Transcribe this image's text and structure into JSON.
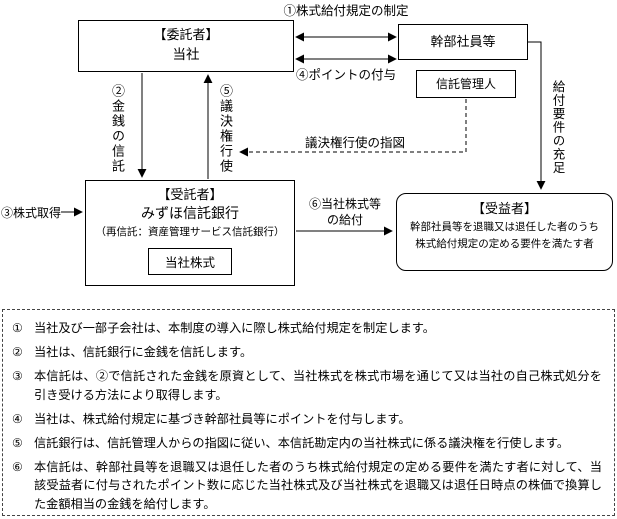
{
  "diagram": {
    "consignor_title": "【委託者】",
    "consignor_name": "当社",
    "executives": "幹部社員等",
    "trust_admin": "信託管理人",
    "trustee_title": "【受託者】",
    "trustee_name": "みずほ信託銀行",
    "trustee_sub": "（再信託：資産管理サービス信託銀行）",
    "trustee_stock": "当社株式",
    "beneficiary_title": "【受益者】",
    "beneficiary_line1": "幹部社員等を退職又は退任した者のうち",
    "beneficiary_line2": "株式給付規定の定める要件を満たす者",
    "labels": {
      "rule_establishment": "①株式給付規定の制定",
      "money_trust": "②金銭の信託",
      "stock_acquisition": "③株式取得",
      "point_grant": "④ポイントの付与",
      "voting_rights": "⑤議決権行使",
      "stock_benefit_line1": "⑥当社株式等",
      "stock_benefit_line2": "の給付",
      "voting_instruction": "議決権行使の指図",
      "benefit_requirement": "給付要件の充足"
    }
  },
  "notes": {
    "items": [
      {
        "num": "①",
        "text": "当社及び一部子会社は、本制度の導入に際し株式給付規定を制定します。"
      },
      {
        "num": "②",
        "text": "当社は、信託銀行に金銭を信託します。"
      },
      {
        "num": "③",
        "text": "本信託は、②で信託された金銭を原資として、当社株式を株式市場を通じて又は当社の自己株式処分を引き受ける方法により取得します。"
      },
      {
        "num": "④",
        "text": "当社は、株式給付規定に基づき幹部社員等にポイントを付与します。"
      },
      {
        "num": "⑤",
        "text": "信託銀行は、信託管理人からの指図に従い、本信託勘定内の当社株式に係る議決権を行使します。"
      },
      {
        "num": "⑥",
        "text": "本信託は、幹部社員等を退職又は退任した者のうち株式給付規定の定める要件を満たす者に対して、当該受益者に付与されたポイント数に応じた当社株式及び当社株式を退職又は退任日時点の株価で換算した金額相当の金銭を給付します。"
      }
    ]
  }
}
